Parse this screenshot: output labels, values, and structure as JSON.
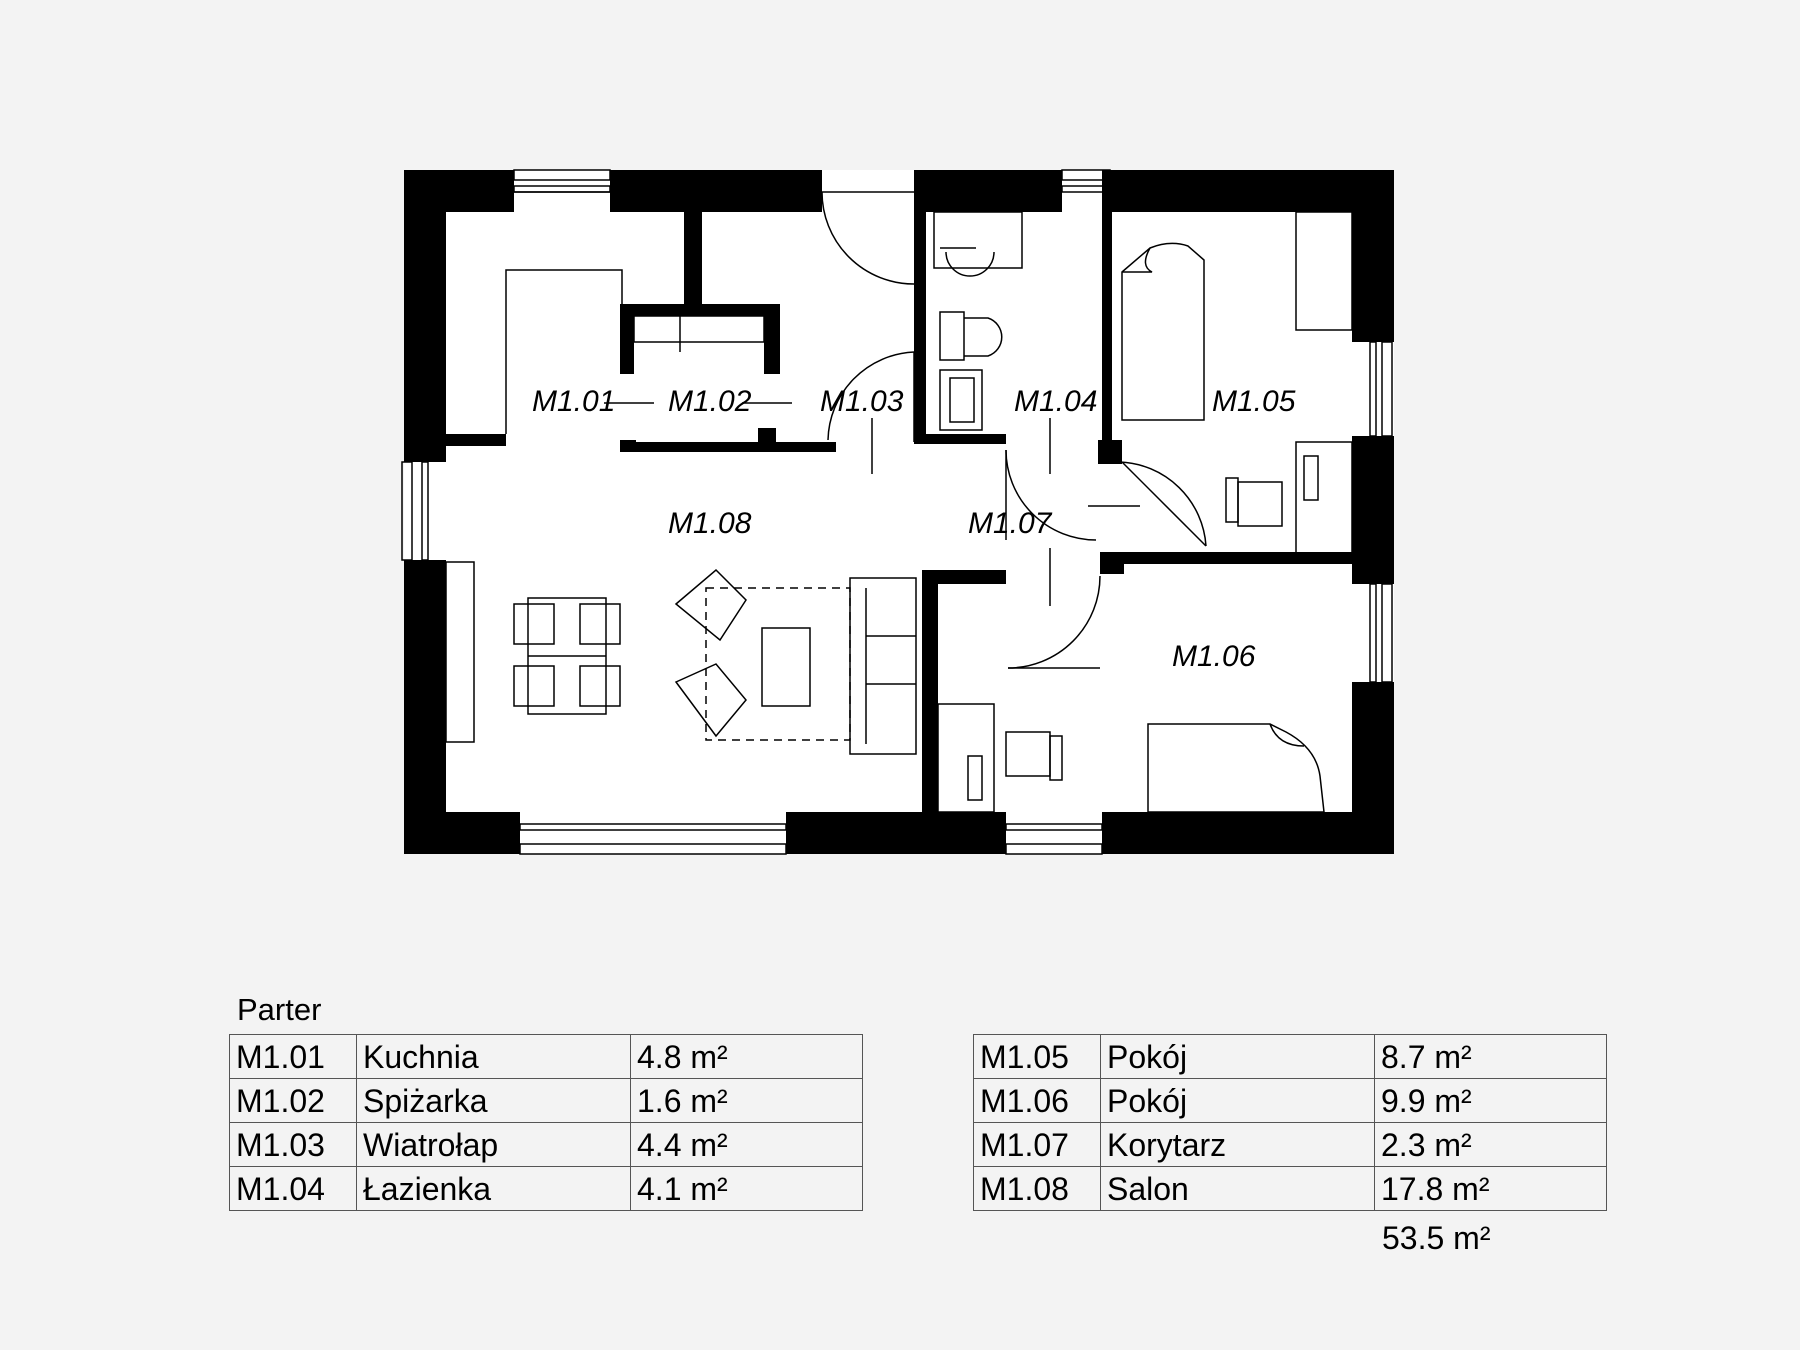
{
  "plan": {
    "rooms": [
      {
        "id": "M1.01"
      },
      {
        "id": "M1.02"
      },
      {
        "id": "M1.03"
      },
      {
        "id": "M1.04"
      },
      {
        "id": "M1.05"
      },
      {
        "id": "M1.06"
      },
      {
        "id": "M1.07"
      },
      {
        "id": "M1.08"
      }
    ]
  },
  "legend": {
    "title": "Parter",
    "left": [
      {
        "code": "M1.01",
        "name": "Kuchnia",
        "area": "4.8 m²"
      },
      {
        "code": "M1.02",
        "name": "Spiżarka",
        "area": "1.6 m²"
      },
      {
        "code": "M1.03",
        "name": "Wiatrołap",
        "area": "4.4 m²"
      },
      {
        "code": "M1.04",
        "name": "Łazienka",
        "area": "4.1 m²"
      }
    ],
    "right": [
      {
        "code": "M1.05",
        "name": "Pokój",
        "area": "8.7 m²"
      },
      {
        "code": "M1.06",
        "name": "Pokój",
        "area": "9.9 m²"
      },
      {
        "code": "M1.07",
        "name": "Korytarz",
        "area": "2.3 m²"
      },
      {
        "code": "M1.08",
        "name": "Salon",
        "area": "17.8 m²"
      }
    ],
    "total": "53.5 m²"
  }
}
